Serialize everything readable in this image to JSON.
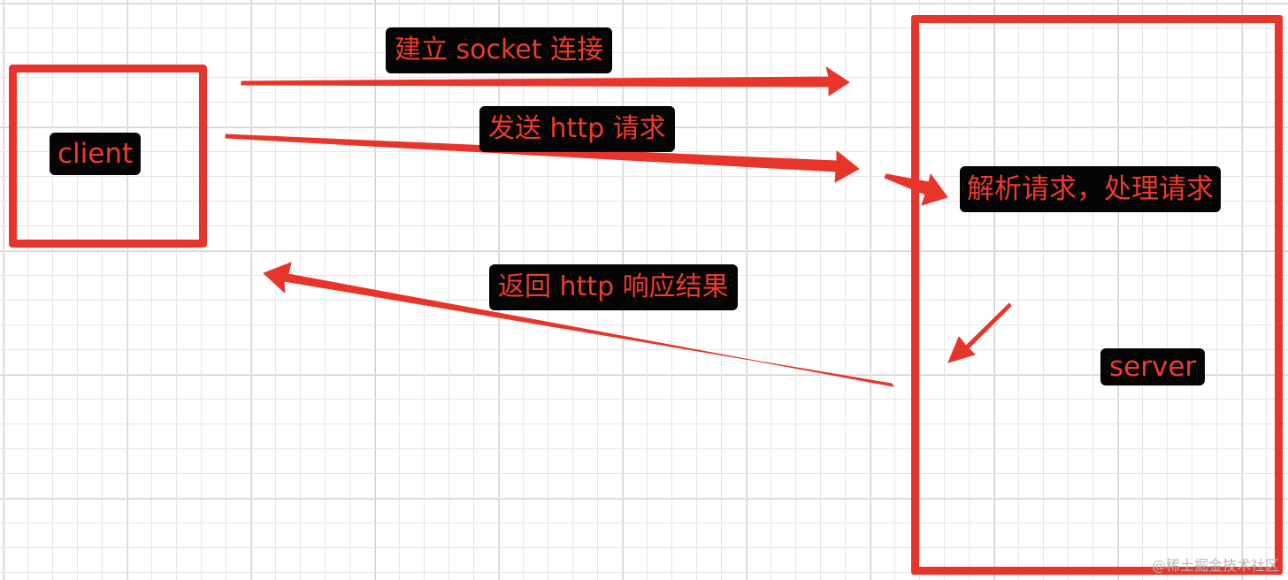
{
  "nodes": {
    "client": {
      "label": "client"
    },
    "server": {
      "label": "server"
    }
  },
  "steps": [
    {
      "label": "建立 socket 连接"
    },
    {
      "label": "发送 http 请求"
    },
    {
      "label": "解析请求，处理请求"
    },
    {
      "label": "返回 http 响应结果"
    }
  ],
  "watermark": "@稀土掘金技术社区",
  "colors": {
    "accent_red": "#e8352b",
    "label_background": "#050505",
    "label_text": "#ee3b2c",
    "grid_line": "#e6e6e6",
    "background": "#ffffff"
  }
}
